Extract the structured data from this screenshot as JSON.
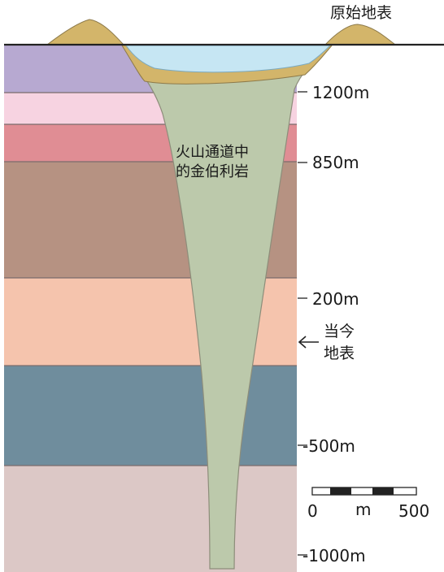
{
  "labels": {
    "original_surface": "原始地表",
    "pipe_line1": "火山通道中",
    "pipe_line2": "的金伯利岩",
    "current_surface_line1": "当今",
    "current_surface_line2": "地表"
  },
  "depth_ticks": [
    "1200m",
    "850m",
    "200m",
    "-500m",
    "-1000m"
  ],
  "scale_bar": {
    "start": "0",
    "unit": "m",
    "end": "500"
  },
  "colors": {
    "layer_purple": "#b7a9d1",
    "layer_pink": "#f7d3e1",
    "layer_rose": "#e08d94",
    "layer_brown": "#b69282",
    "layer_peach": "#f5c4ad",
    "layer_slate": "#6f8d9d",
    "layer_mauve": "#dcc8c6",
    "pipe": "#bcc9ab",
    "crater_water": "#c6e6f3",
    "sediment": "#d3b56a"
  }
}
